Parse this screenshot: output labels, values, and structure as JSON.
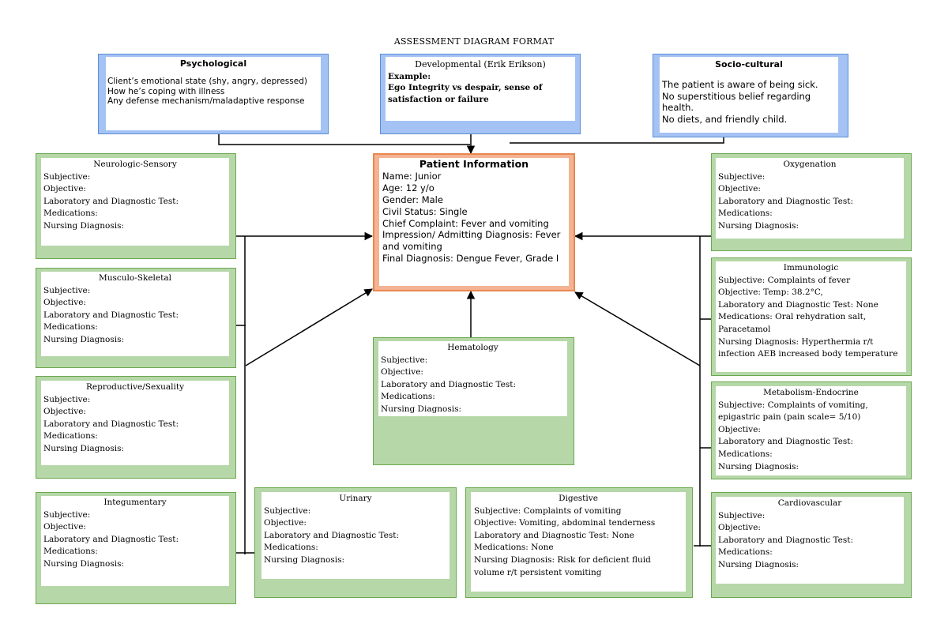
{
  "title": "ASSESSMENT DIAGRAM FORMAT",
  "top": {
    "psychological": {
      "heading": "Psychological",
      "lines": [
        "Client’s emotional state (shy, angry, depressed)",
        "How he’s coping with illness",
        "Any defense mechanism/maladaptive response"
      ]
    },
    "developmental": {
      "heading": "Developmental (Erik Erikson)",
      "lines": [
        "Example:",
        "Ego Integrity vs despair, sense of satisfaction or failure"
      ]
    },
    "sociocultural": {
      "heading": "Socio-cultural",
      "lines": [
        "The patient is aware of being sick.",
        "No superstitious belief regarding health.",
        "No diets, and friendly child."
      ]
    }
  },
  "patient": {
    "heading": "Patient Information",
    "lines": [
      "Name: Junior",
      "Age: 12 y/o",
      "Gender: Male",
      "Civil Status: Single",
      "Chief Complaint: Fever and vomiting",
      "Impression/ Admitting Diagnosis: Fever and vomiting",
      "Final Diagnosis: Dengue Fever, Grade I"
    ]
  },
  "systems": {
    "neurologic": {
      "heading": "Neurologic-Sensory",
      "lines": [
        "Subjective:",
        "Objective:",
        "Laboratory and Diagnostic Test:",
        "Medications:",
        "Nursing Diagnosis:"
      ]
    },
    "musculo": {
      "heading": "Musculo-Skeletal",
      "lines": [
        "Subjective:",
        "Objective:",
        "Laboratory and Diagnostic Test:",
        "Medications:",
        "Nursing Diagnosis:"
      ]
    },
    "reproductive": {
      "heading": "Reproductive/Sexuality",
      "lines": [
        "Subjective:",
        "Objective:",
        "Laboratory and Diagnostic Test:",
        "Medications:",
        "Nursing Diagnosis:"
      ]
    },
    "integumentary": {
      "heading": "Integumentary",
      "lines": [
        "Subjective:",
        "Objective:",
        "Laboratory and Diagnostic Test:",
        "Medications:",
        "Nursing Diagnosis:"
      ]
    },
    "urinary": {
      "heading": "Urinary",
      "lines": [
        "Subjective:",
        "Objective:",
        "Laboratory and Diagnostic Test:",
        "Medications:",
        "Nursing Diagnosis:"
      ]
    },
    "digestive": {
      "heading": "Digestive",
      "lines": [
        "Subjective: Complaints of vomiting",
        "Objective: Vomiting, abdominal tenderness",
        "Laboratory and Diagnostic Test: None",
        "Medications: None",
        "Nursing Diagnosis: Risk for deficient fluid volume r/t persistent vomiting"
      ]
    },
    "hematology": {
      "heading": "Hematology",
      "lines": [
        "Subjective:",
        "Objective:",
        "Laboratory and Diagnostic Test:",
        "Medications:",
        "Nursing Diagnosis:"
      ]
    },
    "oxygenation": {
      "heading": "Oxygenation",
      "lines": [
        "Subjective:",
        "Objective:",
        "Laboratory and Diagnostic Test:",
        "Medications:",
        "Nursing Diagnosis:"
      ]
    },
    "immunologic": {
      "heading": "Immunologic",
      "lines": [
        "Subjective: Complaints of fever",
        "Objective: Temp: 38.2°C,",
        "Laboratory and Diagnostic Test: None",
        "Medications: Oral rehydration salt, Paracetamol",
        "Nursing Diagnosis: Hyperthermia r/t infection AEB increased body temperature"
      ]
    },
    "metabolism": {
      "heading": "Metabolism-Endocrine",
      "lines": [
        "Subjective: Complaints of vomiting, epigastric pain (pain scale= 5/10)",
        "Objective:",
        "Laboratory and Diagnostic Test:",
        "Medications:",
        "Nursing Diagnosis:"
      ]
    },
    "cardiovascular": {
      "heading": "Cardiovascular",
      "lines": [
        "Subjective:",
        "Objective:",
        "Laboratory and Diagnostic Test:",
        "Medications:",
        "Nursing Diagnosis:"
      ]
    }
  },
  "colors": {
    "green_fill": "#b6d7a8",
    "green_border": "#6aa84f",
    "blue_fill": "#a4c2f4",
    "orange_fill": "#f4b393"
  }
}
